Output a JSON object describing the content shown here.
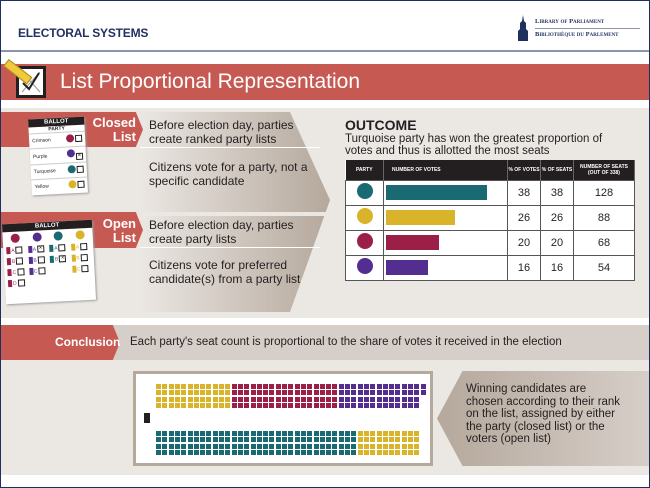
{
  "header": {
    "title": "ELECTORAL SYSTEMS",
    "logo_en": "Library of Parliament",
    "logo_fr": "Bibliothèque du Parlement"
  },
  "banner": {
    "title": "List Proportional Representation",
    "icon": "ballot-check-icon"
  },
  "closed_list": {
    "label": "Closed List",
    "step1": "Before election day, parties create ranked party lists",
    "step2": "Citizens vote for a party, not a specific candidate",
    "ballot": {
      "title": "BALLOT",
      "column": "PARTY",
      "parties": [
        "Crimson",
        "Purple",
        "Turquoise",
        "Yellow"
      ],
      "marked": "Purple"
    }
  },
  "open_list": {
    "label": "Open List",
    "step1": "Before election day, parties create party lists",
    "step2": "Citizens vote for preferred candidate(s) from a party list",
    "ballot": {
      "title": "BALLOT",
      "candidates": [
        "A",
        "B",
        "C",
        "D"
      ]
    }
  },
  "outcome": {
    "title": "OUTCOME",
    "subtitle": "Turquoise party has won the greatest proportion of votes and thus is allotted the most seats",
    "columns": [
      "PARTY",
      "NUMBER OF VOTES",
      "% OF VOTES",
      "% OF SEATS",
      "NUMBER OF SEATS (OUT OF 338)"
    ],
    "rows": [
      {
        "party": "Turquoise",
        "color": "#1a6a73",
        "pct_votes": "38",
        "pct_seats": "38",
        "seats": "128"
      },
      {
        "party": "Yellow",
        "color": "#d9b42b",
        "pct_votes": "26",
        "pct_seats": "26",
        "seats": "88"
      },
      {
        "party": "Crimson",
        "color": "#9c1f47",
        "pct_votes": "20",
        "pct_seats": "20",
        "seats": "68"
      },
      {
        "party": "Purple",
        "color": "#542d91",
        "pct_votes": "16",
        "pct_seats": "16",
        "seats": "54"
      }
    ]
  },
  "conclusion": {
    "label": "Conclusion",
    "text": "Each party's seat count is proportional to the share of votes it received in the election"
  },
  "winners": {
    "text": "Winning candidates are chosen according to their rank on the list, assigned by either the party (closed list) or the voters (open list)"
  },
  "colors": {
    "crimson": "#9c1f47",
    "purple": "#542d91",
    "turquoise": "#1a6a73",
    "yellow": "#d9b42b",
    "red": "#c65a53"
  }
}
